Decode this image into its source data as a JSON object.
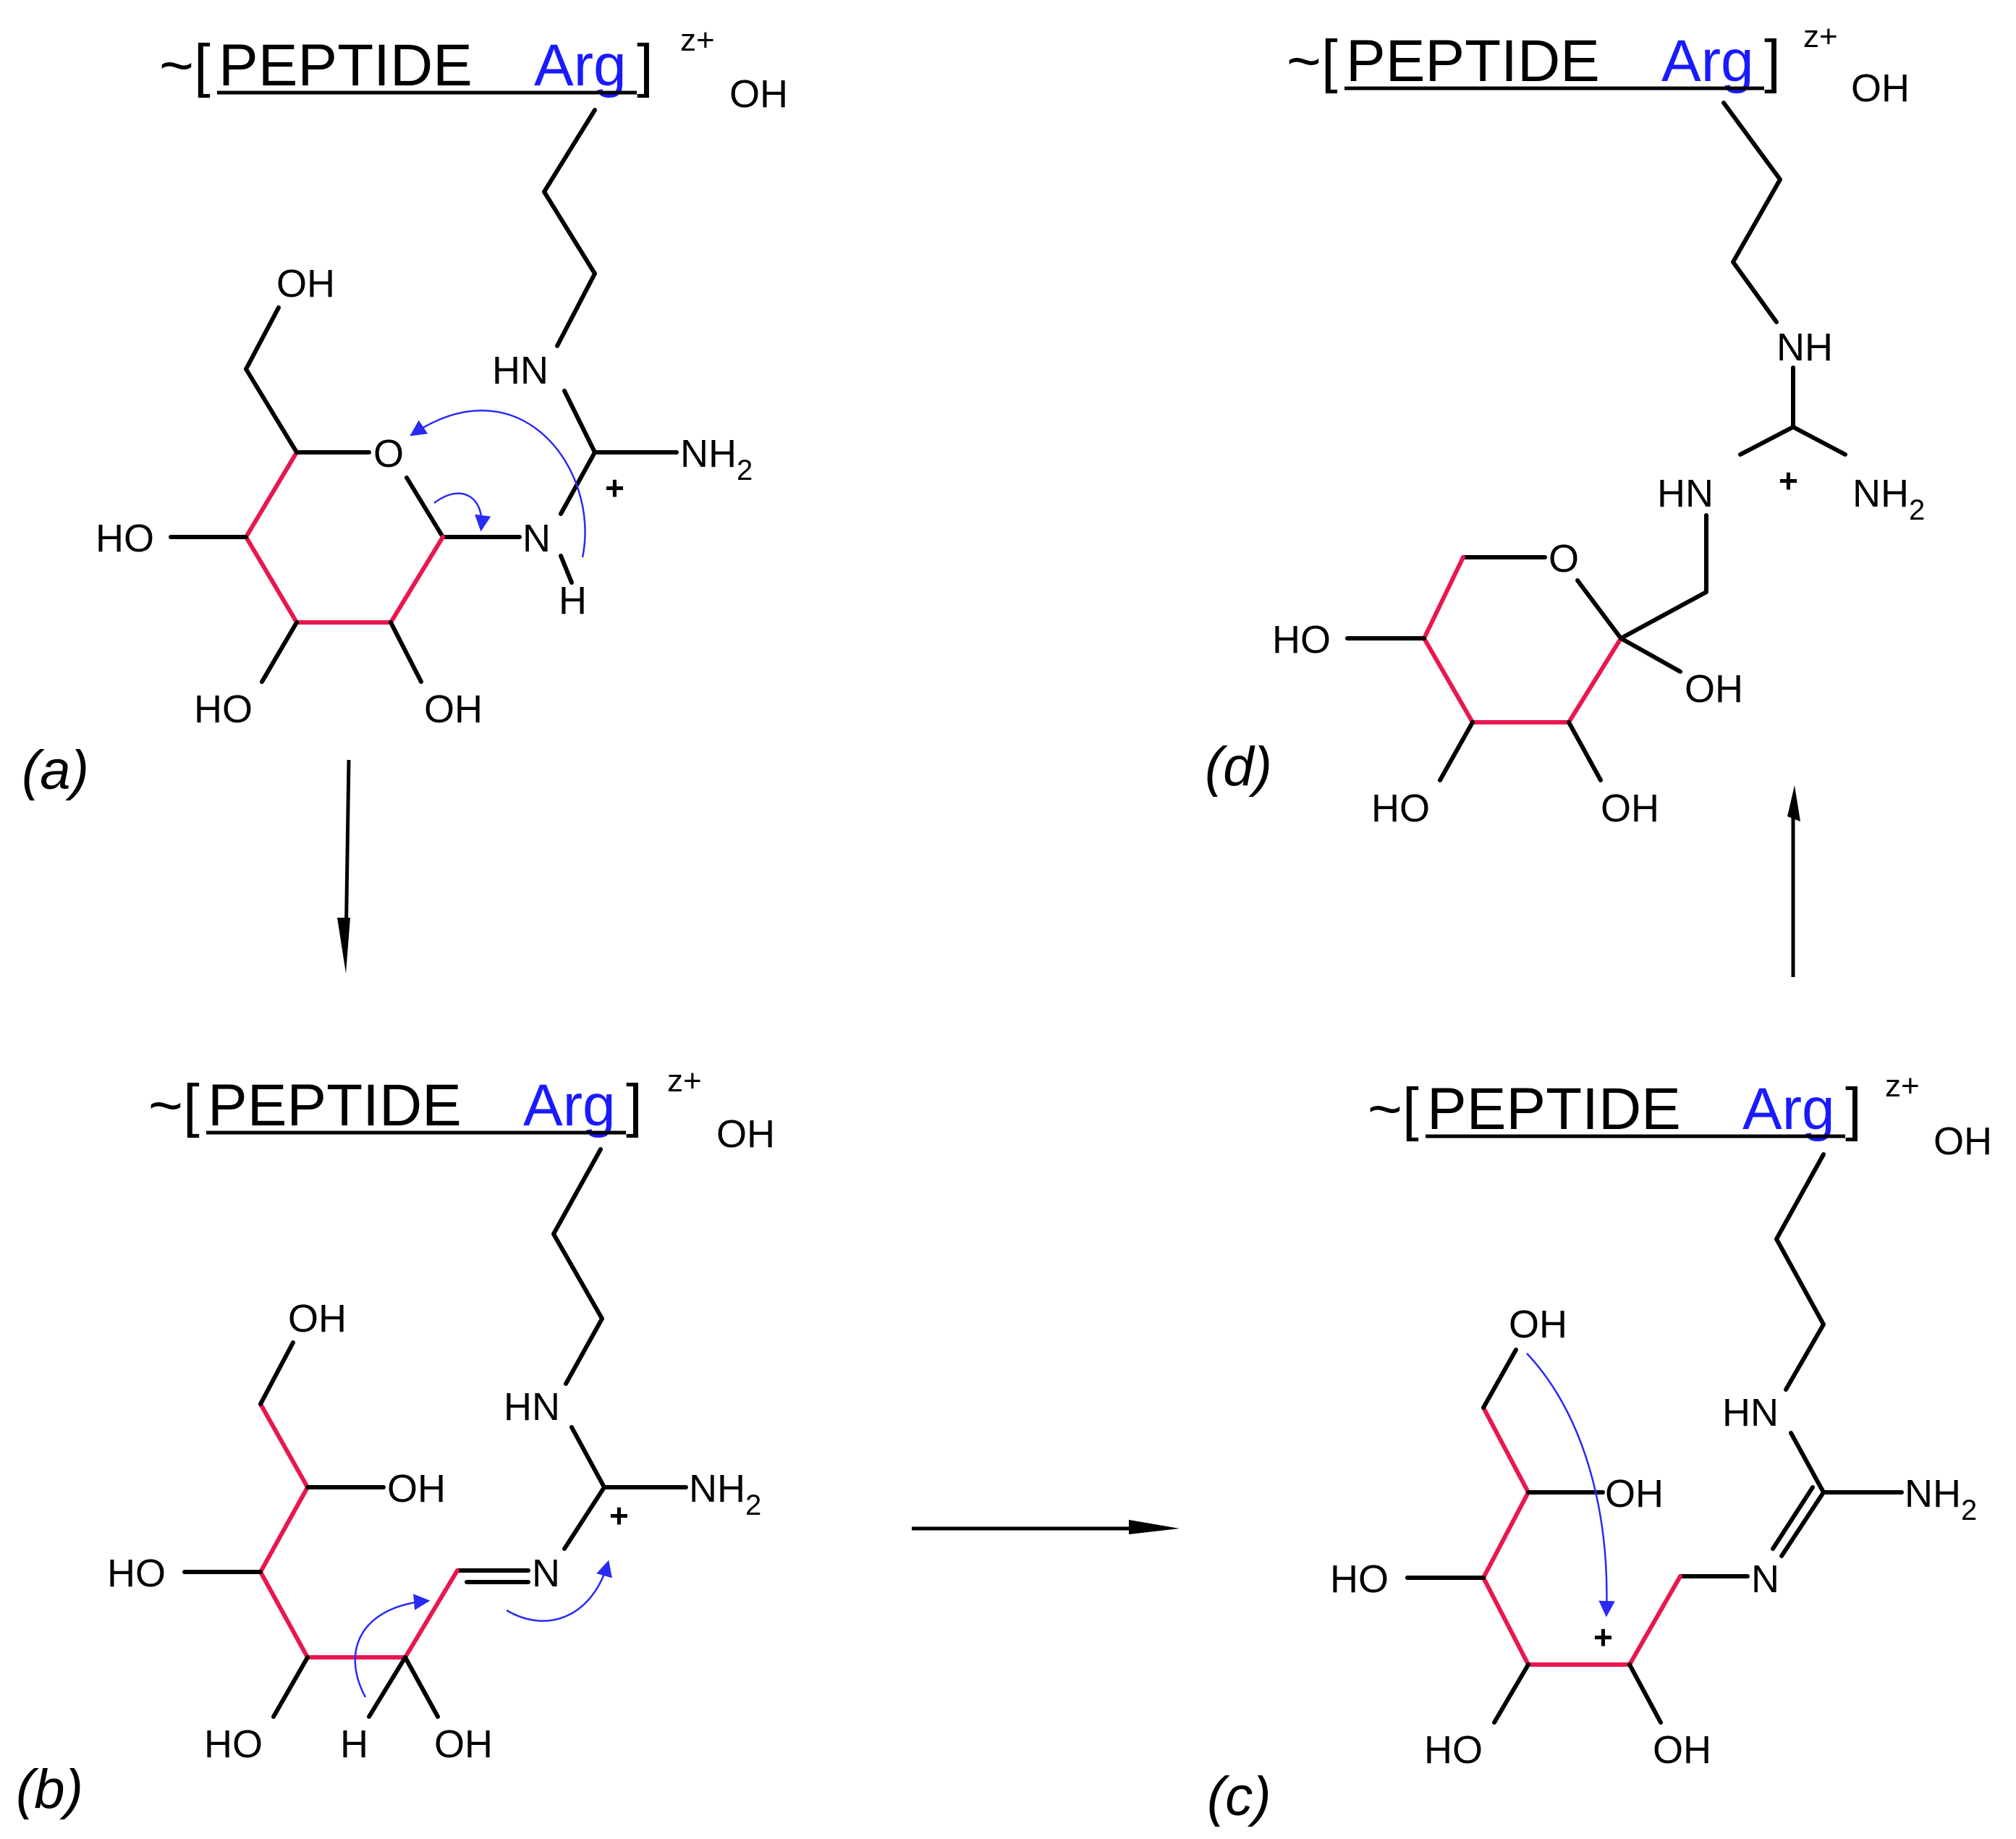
{
  "peptide": {
    "tilde": "~",
    "open_bracket": "[",
    "peptide_word": "PEPTIDE ",
    "arg_word": "Arg",
    "close_bracket": "]",
    "charge": "z+",
    "terminal_oh": "OH",
    "arg_color": "#1a1aff"
  },
  "atoms": {
    "oh": "OH",
    "ho": "HO",
    "hn": "HN",
    "nh": "NH",
    "nh2_base": "NH",
    "nh2_sub": "2",
    "o": "O",
    "n": "N",
    "h": "H",
    "plus": "+"
  },
  "labels": {
    "a": "(a)",
    "b": "(b)",
    "c": "(c)",
    "d": "(d)"
  },
  "colors": {
    "sugar_backbone": "#e8174f",
    "electron_arrow": "#2a2af5"
  }
}
